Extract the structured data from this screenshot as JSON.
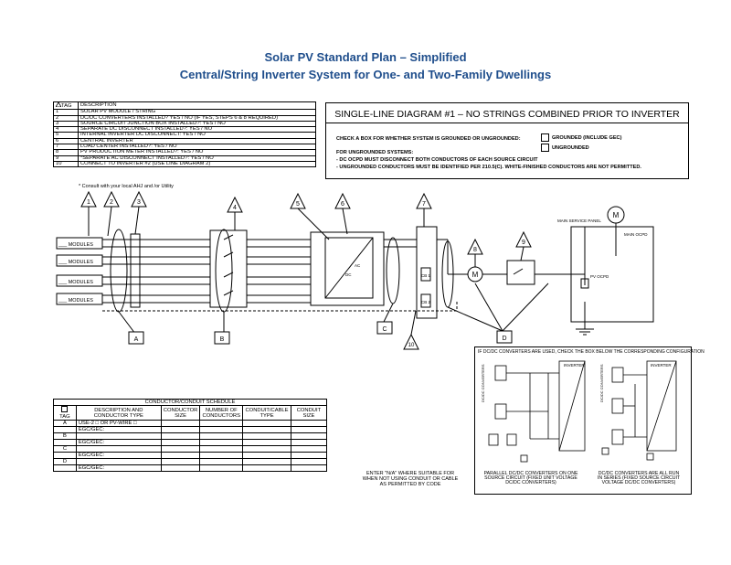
{
  "header": {
    "title": "Solar PV Standard Plan – Simplified",
    "subtitle": "Central/String Inverter System for One- and Two-Family Dwellings"
  },
  "tag_table": {
    "head_tag": "TAG",
    "head_desc": "DESCRIPTION",
    "rows": [
      {
        "tag": "1",
        "desc": "SOLAR PV MODULE / STRING"
      },
      {
        "tag": "2",
        "desc": "DC/DC CONVERTERS INSTALLED?   YES  /  NO     (IF YES, STEPS 6 & 8 REQUIRED)"
      },
      {
        "tag": "3",
        "desc": "SOURCE CIRCUIT JUNCTION BOX INSTALLED?:   YES  /  NO"
      },
      {
        "tag": "4",
        "desc": "SEPARATE DC DISCONNECT INSTALLED?:   YES  /  NO"
      },
      {
        "tag": "5",
        "desc": "INTERNAL INVERTER DC DISCONNECT:    YES  /  NO"
      },
      {
        "tag": "6",
        "desc": "CENTRAL INVERTER"
      },
      {
        "tag": "7",
        "desc": "LOAD CENTER INSTALLED?:   YES  /  NO"
      },
      {
        "tag": "8",
        "desc": "PV PRODUCTION METER INSTALLED?:   YES  /  NO"
      },
      {
        "tag": "9",
        "desc": "*SEPARATE AC DISCONNECT INSTALLED?:   YES  /  NO"
      },
      {
        "tag": "10",
        "desc": "CONNECT TO INVERTER  #2      (USE LINE DIAGRAM 2)"
      }
    ],
    "consult_note": "* Consult with your local AHJ and /or Utility"
  },
  "diagram_box": {
    "title": "SINGLE-LINE DIAGRAM #1 – NO STRINGS COMBINED PRIOR TO INVERTER",
    "check_prompt": "CHECK A BOX FOR WHETHER SYSTEM IS GROUNDED OR UNGROUNDED:",
    "opt_grounded": "GROUNDED (INCLUDE GEC)",
    "opt_ungrounded": "UNGROUNDED",
    "ungrounded_head": "FOR UNGROUNDED SYSTEMS:",
    "ungrounded_1": "- DC OCPD MUST DISCONNECT BOTH CONDUCTORS OF EACH SOURCE CIRCUIT",
    "ungrounded_2": "- UNGROUNDED CONDUCTORS MUST BE IDENTIFIED PER 210.5(C). WHITE-FINISHED CONDUCTORS ARE NOT PERMITTED."
  },
  "diagram": {
    "modules": [
      "___ MODULES",
      "___ MODULES",
      "___ MODULES",
      "___ MODULES"
    ],
    "tags": [
      "1",
      "2",
      "3",
      "4",
      "5",
      "6",
      "7",
      "8",
      "9",
      "10"
    ],
    "conduit_letters": [
      "A",
      "B",
      "C",
      "D"
    ],
    "dc_ac": "DC",
    "ac_label": "AC",
    "cb1": "CB 1",
    "cb2": "CB 2",
    "meter": "M",
    "pv_ocpd": "PV OCPD",
    "main_panel": "MAIN SERVICE PANEL",
    "main_ocpd": "MAIN OCPD"
  },
  "conductor_table": {
    "title": "CONDUCTOR/CONDUIT SCHEDULE",
    "headers": [
      "TAG",
      "DESCRIPTION AND CONDUCTOR TYPE",
      "CONDUCTOR SIZE",
      "NUMBER OF CONDUCTORS",
      "CONDUIT/CABLE TYPE",
      "CONDUIT SIZE"
    ],
    "rows": [
      {
        "tag": "A",
        "desc": "USE-2 □     OR     PV-WIRE □"
      },
      {
        "tag": "",
        "desc": "EGC/GEC:"
      },
      {
        "tag": "B",
        "desc": ""
      },
      {
        "tag": "",
        "desc": "EGC/GEC:"
      },
      {
        "tag": "C",
        "desc": ""
      },
      {
        "tag": "",
        "desc": "EGC/GEC:"
      },
      {
        "tag": "D",
        "desc": ""
      },
      {
        "tag": "",
        "desc": "EGC/GEC:"
      }
    ]
  },
  "na_note": [
    "ENTER \"N/A\" WHERE SUITABLE FOR",
    "WHEN NOT USING CONDUIT OR CABLE",
    "AS PERMITTED BY CODE"
  ],
  "dcdc_box": {
    "title": "IF DC/DC CONVERTERS ARE USED, CHECK THE BOX BELOW THE CORRESPONDING CONFIGURATION",
    "inverter": "INVERTER",
    "dcdc_label": "DC/DC CONVERTERS",
    "caption_left": [
      "PARALLEL DC/DC CONVERTERS ON ONE",
      "SOURCE CIRCUIT (FIXED UNIT VOLTAGE",
      "DC/DC CONVERTERS)"
    ],
    "caption_right": [
      "DC/DC CONVERTERS ARE ALL RUN",
      "IN SERIES (FIXED SOURCE CIRCUIT",
      "VOLTAGE DC/DC CONVERTERS)"
    ]
  }
}
